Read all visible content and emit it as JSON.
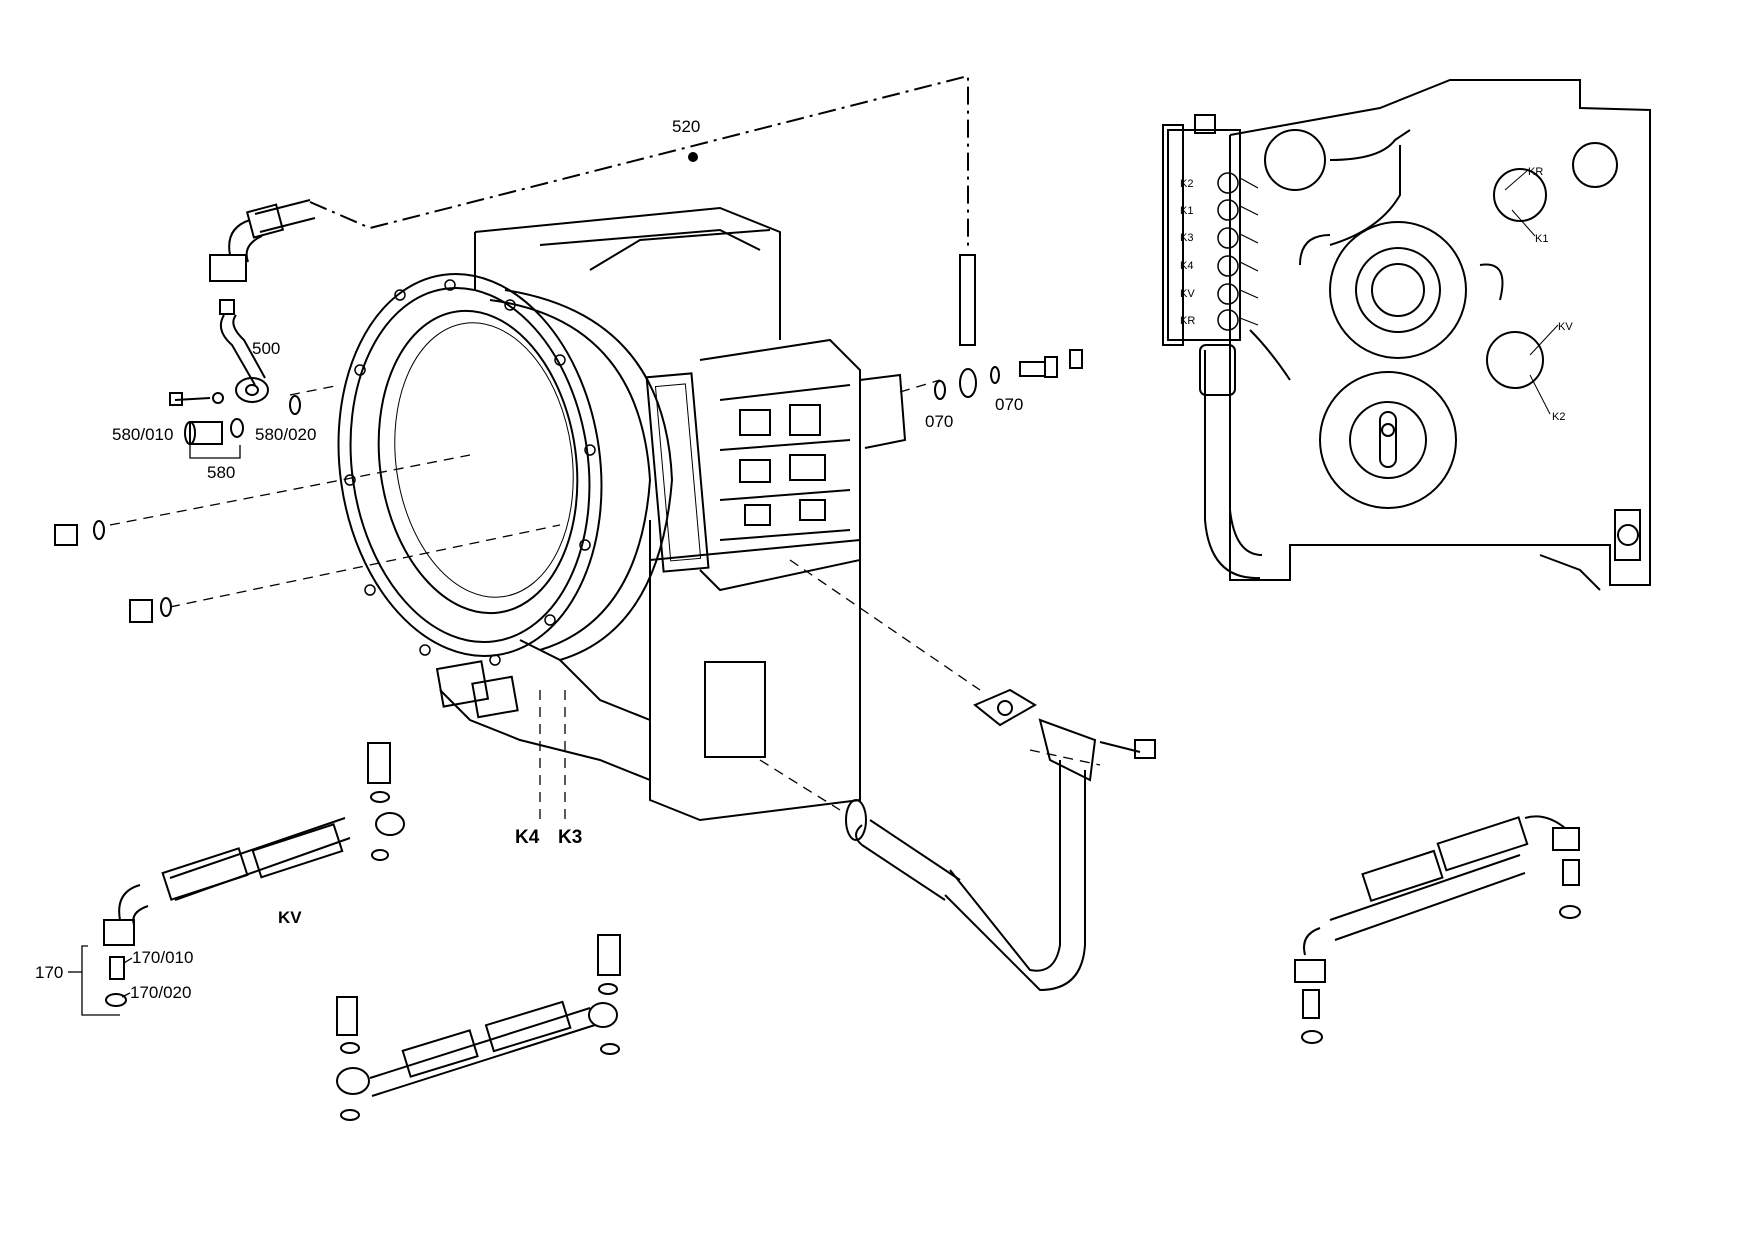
{
  "labels": {
    "p520": "520",
    "p500": "500",
    "p580_010": "580/010",
    "p580_020": "580/020",
    "p580": "580",
    "p070_a": "070",
    "p070_b": "070",
    "k4": "K4",
    "k3": "K3",
    "kv": "KV",
    "p170": "170",
    "p170_010": "170/010",
    "p170_020": "170/020"
  },
  "port_block": {
    "ports": [
      "K2",
      "K1",
      "K3",
      "K4",
      "KV",
      "KR"
    ]
  },
  "rear_view_labels": {
    "kr": "KR",
    "k1": "K1",
    "kv": "KV",
    "k2": "K2"
  }
}
